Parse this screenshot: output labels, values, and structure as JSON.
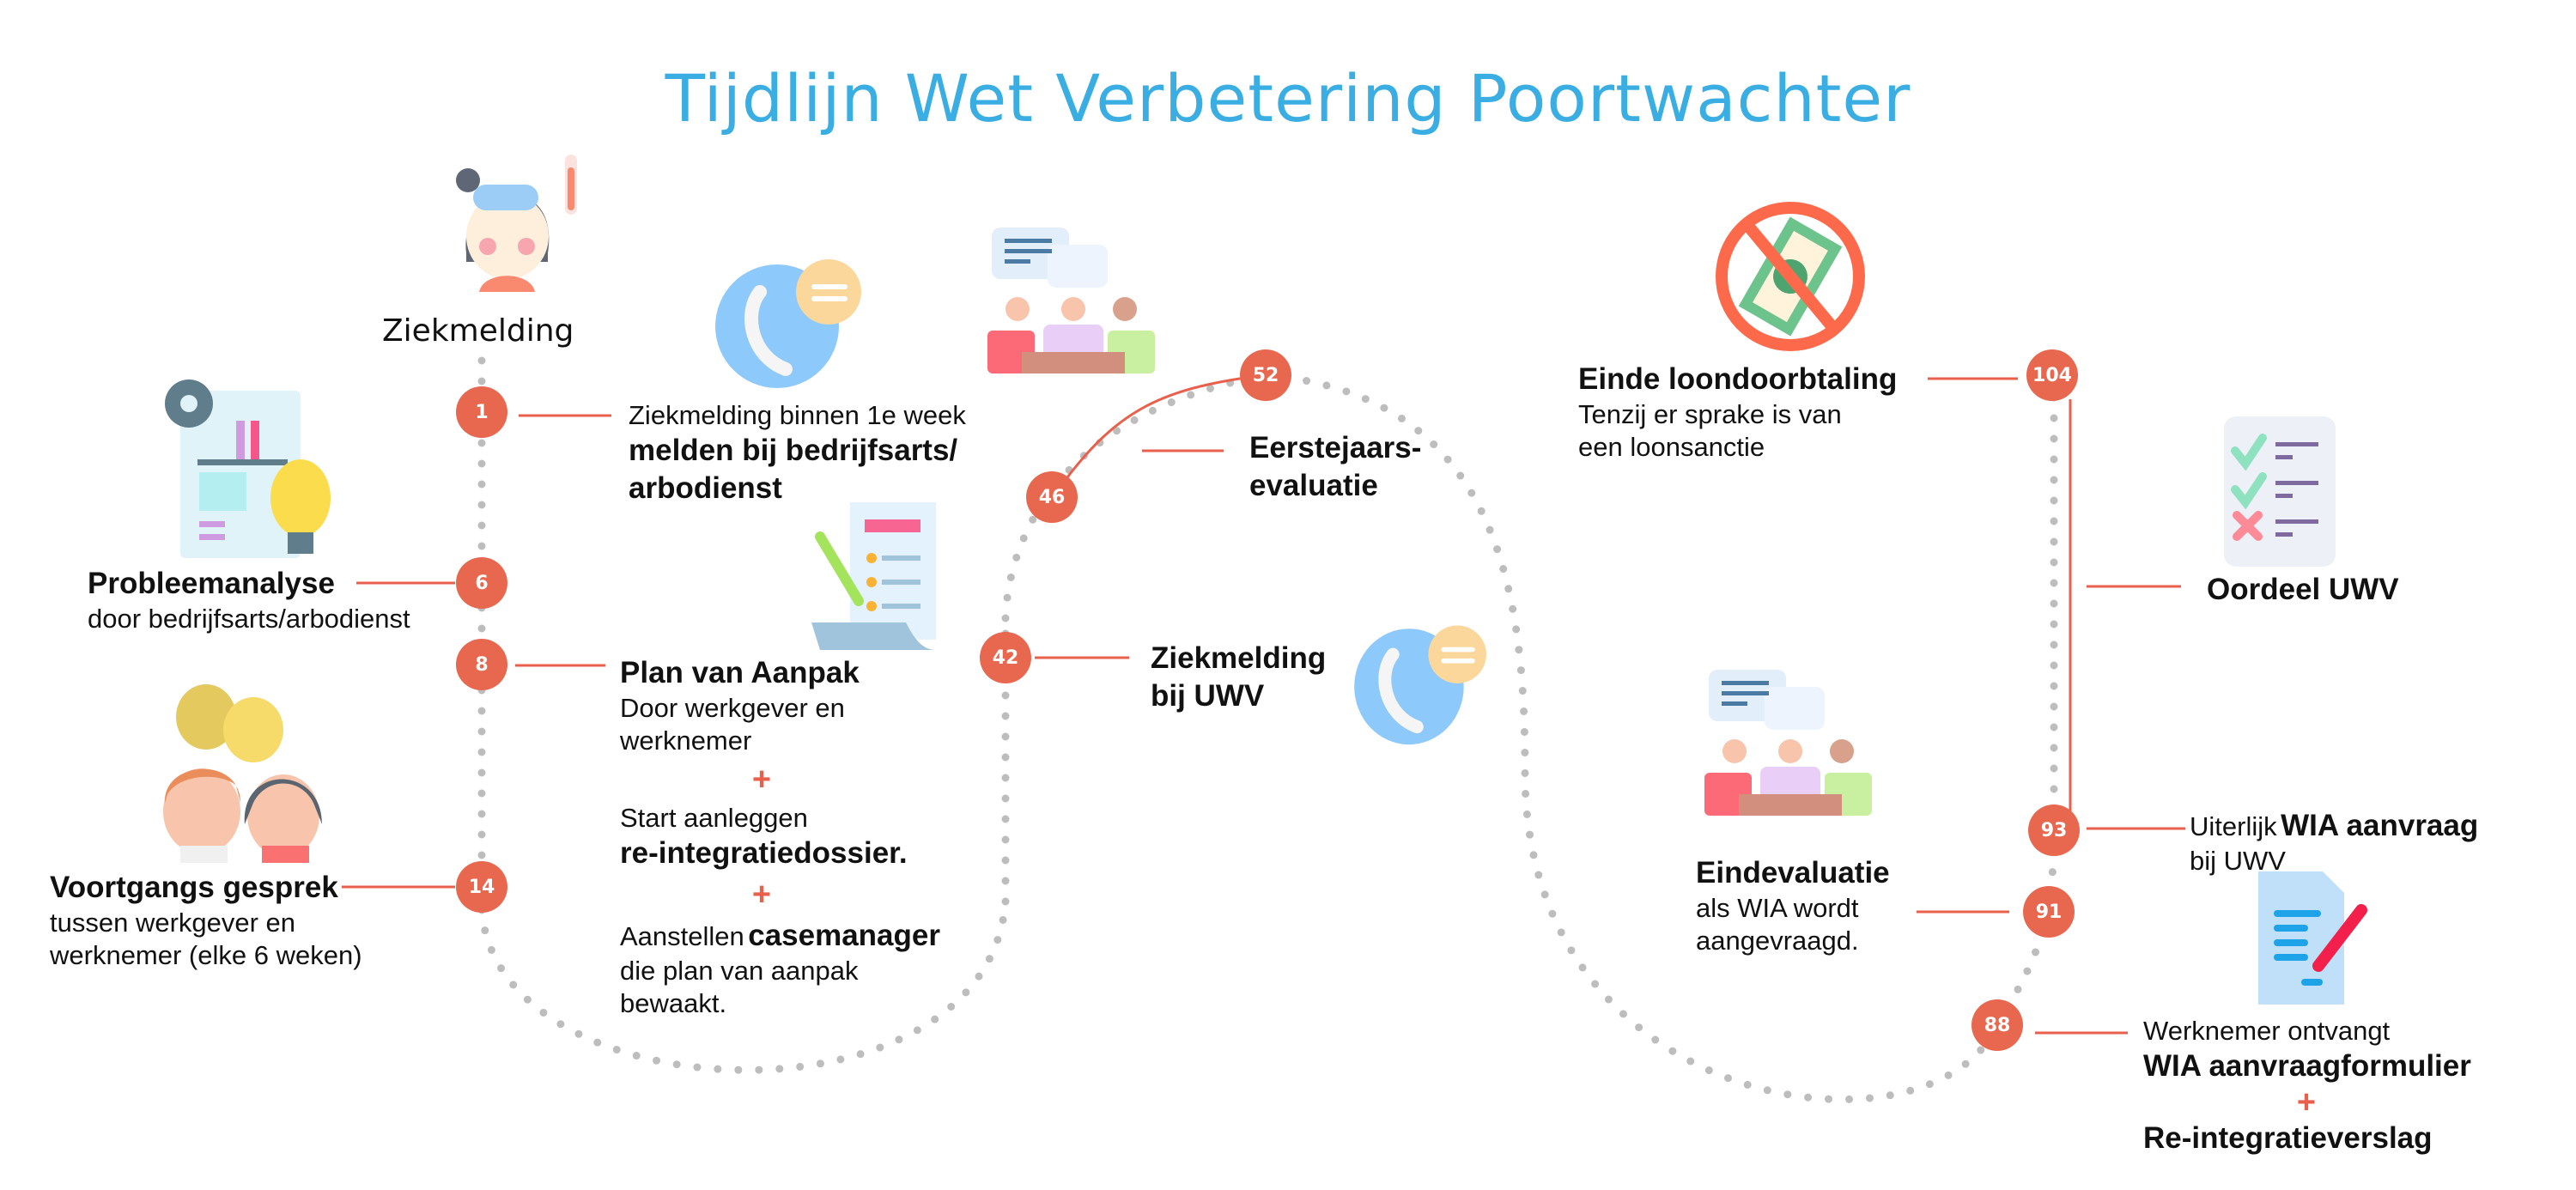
{
  "title": "Tijdlijn Wet Verbetering Poortwachter",
  "colors": {
    "title": "#3aaee3",
    "node": "#e8684f",
    "connector": "#e8604c",
    "dots": "#bdbdbd",
    "text": "#111111"
  },
  "start": {
    "label": "Ziekmelding",
    "icon": "sick-person-icon"
  },
  "milestones": [
    {
      "week": "1",
      "line1": "Ziekmelding binnen 1e week",
      "bold": "melden bij bedrijfsarts/ arbodienst",
      "icon": "phone-chat-icon"
    },
    {
      "week": "6",
      "bold": "Probleemanalyse",
      "line1": "door bedrijfsarts/arbodienst",
      "icon": "report-analysis-icon"
    },
    {
      "week": "8",
      "bold": "Plan van Aanpak",
      "line1": "Door werkgever en werknemer",
      "plus1": "+",
      "line2": "Start aanleggen",
      "bold2": "re-integratiedossier.",
      "plus2": "+",
      "line3_pre": "Aanstellen",
      "bold3": "casemanager",
      "line3_post": "die plan van aanpak bewaakt.",
      "icon": "checklist-pencil-icon"
    },
    {
      "week": "14",
      "bold": "Voortgangs gesprek",
      "line1": "tussen werkgever en werknemer (elke 6 weken)",
      "icon": "two-people-talking-icon"
    },
    {
      "week": "42",
      "bold": "Ziekmelding bij UWV",
      "icon": "phone-chat-icon"
    },
    {
      "week": "46"
    },
    {
      "week": "52",
      "bold": "Eerstejaars- evaluatie",
      "icon": "meeting-icon"
    },
    {
      "week": "88",
      "line1": "Werknemer ontvangt",
      "bold": "WIA aanvraagformulier",
      "plus": "+",
      "bold2": "Re-integratieverslag",
      "icon": "document-pencil-icon"
    },
    {
      "week": "91",
      "bold": "Eindevaluatie",
      "line1": "als WIA wordt aangevraagd.",
      "icon": "meeting-icon"
    },
    {
      "week": "93",
      "line1_pre": "Uiterlijk",
      "bold": "WIA aanvraag",
      "line1_post": "bij UWV"
    },
    {
      "week": "104",
      "bold": "Einde loondoorbtaling",
      "line1": "Tenzij er sprake is van een loonsanctie",
      "icon": "no-money-icon"
    }
  ],
  "verdict": {
    "bold": "Oordeel UWV",
    "icon": "checklist-icon"
  }
}
